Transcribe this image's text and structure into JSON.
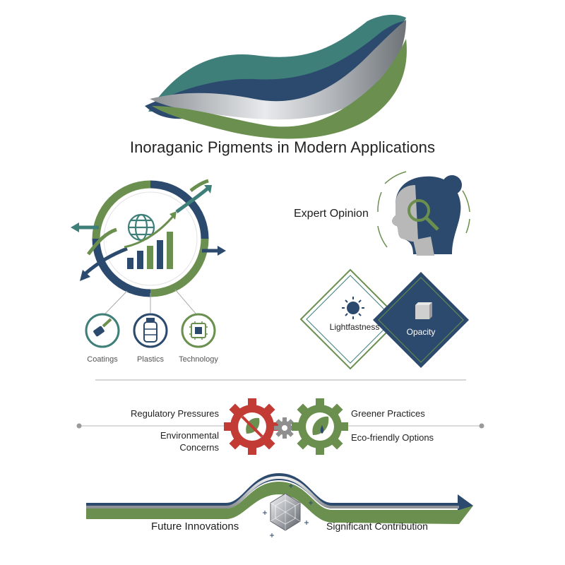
{
  "title": "Inoraganic Pigments in Modern Applications",
  "applications": {
    "coatings": "Coatings",
    "plastics": "Plastics",
    "technology": "Technology"
  },
  "expert_opinion": "Expert Opinion",
  "properties": {
    "lightfastness": "Lightfastness",
    "opacity": "Opacity"
  },
  "challenges": {
    "regulatory": "Regulatory Pressures",
    "environmental": "Environmental\nConcerns"
  },
  "solutions": {
    "greener": "Greener Practices",
    "eco": "Eco-friendly Options"
  },
  "future": {
    "innovations": "Future Innovations",
    "contribution": "Significant Contribution"
  },
  "colors": {
    "navy": "#2c4a6e",
    "green": "#6b8f4e",
    "teal": "#3f7f7a",
    "red": "#c23b35",
    "gray": "#9a9a9a"
  }
}
